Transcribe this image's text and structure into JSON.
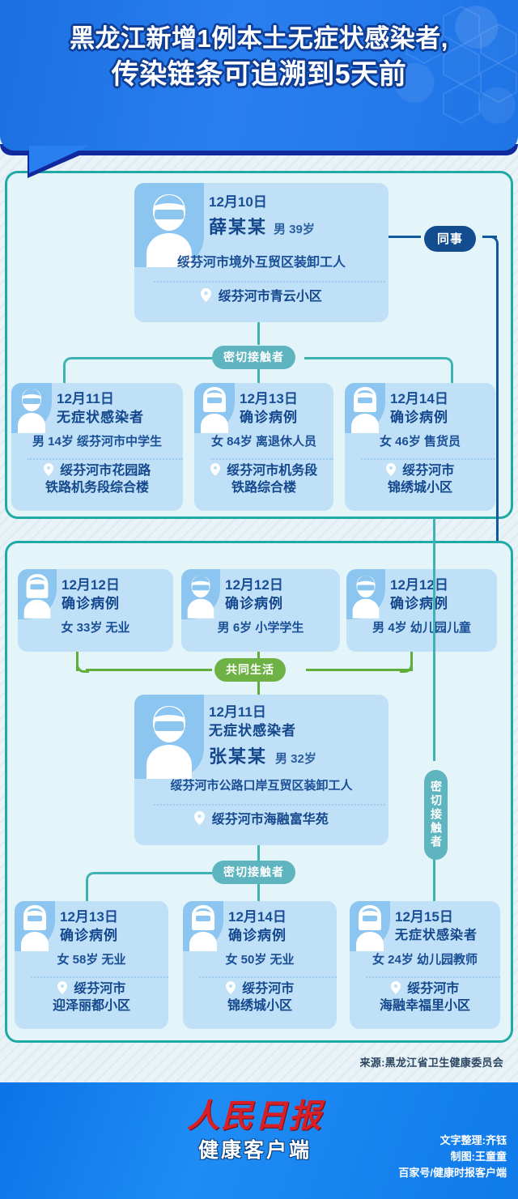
{
  "header": {
    "title_line1": "黑龙江新增1例本土无症状感染者,",
    "title_line2": "传染链条可追溯到5天前"
  },
  "connectors": {
    "colleague": "同事",
    "close_contact": "密切接触者",
    "close_contact_vertical": "密切接触者",
    "living_together": "共同生活",
    "close_contact_2": "密切接触者"
  },
  "cases": {
    "xue": {
      "date": "12月10日",
      "name": "薛某某",
      "gender_age": "男 39岁",
      "occupation": "绥芬河市境外互贸区装卸工人",
      "address": "绥芬河市青云小区",
      "avatar": "male-avatar-icon"
    },
    "row2": [
      {
        "date": "12月11日",
        "type": "无症状感染者",
        "info": "男 14岁 绥芬河市中学生",
        "address_line1": "绥芬河市花园路",
        "address_line2": "铁路机务段综合楼",
        "avatar": "male-avatar-icon"
      },
      {
        "date": "12月13日",
        "type": "确诊病例",
        "info": "女 84岁 离退休人员",
        "address_line1": "绥芬河市机务段",
        "address_line2": "铁路综合楼",
        "avatar": "female-avatar-icon"
      },
      {
        "date": "12月14日",
        "type": "确诊病例",
        "info": "女 46岁 售货员",
        "address_line1": "绥芬河市",
        "address_line2": "锦绣城小区",
        "avatar": "female-avatar-icon"
      }
    ],
    "row3": [
      {
        "date": "12月12日",
        "type": "确诊病例",
        "info": "女 33岁 无业",
        "avatar": "female-avatar-icon"
      },
      {
        "date": "12月12日",
        "type": "确诊病例",
        "info": "男 6岁 小学学生",
        "avatar": "male-avatar-icon"
      },
      {
        "date": "12月12日",
        "type": "确诊病例",
        "info": "男 4岁 幼儿园儿童",
        "avatar": "male-avatar-icon"
      }
    ],
    "zhang": {
      "date": "12月11日",
      "type": "无症状感染者",
      "name": "张某某",
      "gender_age": "男 32岁",
      "occupation": "绥芬河市公路口岸互贸区装卸工人",
      "address": "绥芬河市海融富华苑",
      "avatar": "male-avatar-icon"
    },
    "row4": [
      {
        "date": "12月13日",
        "type": "确诊病例",
        "info": "女 58岁 无业",
        "address_line1": "绥芬河市",
        "address_line2": "迎泽丽都小区",
        "avatar": "female-avatar-icon"
      },
      {
        "date": "12月14日",
        "type": "确诊病例",
        "info": "女 50岁 无业",
        "address_line1": "绥芬河市",
        "address_line2": "锦绣城小区",
        "avatar": "female-avatar-icon"
      },
      {
        "date": "12月15日",
        "type": "无症状感染者",
        "info": "女 24岁 幼儿园教师",
        "address_line1": "绥芬河市",
        "address_line2": "海融幸福里小区",
        "avatar": "female-avatar-icon"
      }
    ]
  },
  "source": "来源:黑龙江省卫生健康委员会",
  "footer": {
    "logo_main": "人民日报",
    "logo_sub": "健康客户端",
    "credit1": "文字整理:齐钰",
    "credit2": "制图:王童童",
    "credit3": "百家号/健康时报客户端"
  },
  "colors": {
    "brand_blue": "#2a7ff0",
    "panel_border": "#1faaa6",
    "card_bg": "#bfe0f7",
    "badge_teal": "#5fb5bf",
    "badge_dark": "#134d8f",
    "badge_green": "#6eb245",
    "logo_red": "#d81f26"
  }
}
